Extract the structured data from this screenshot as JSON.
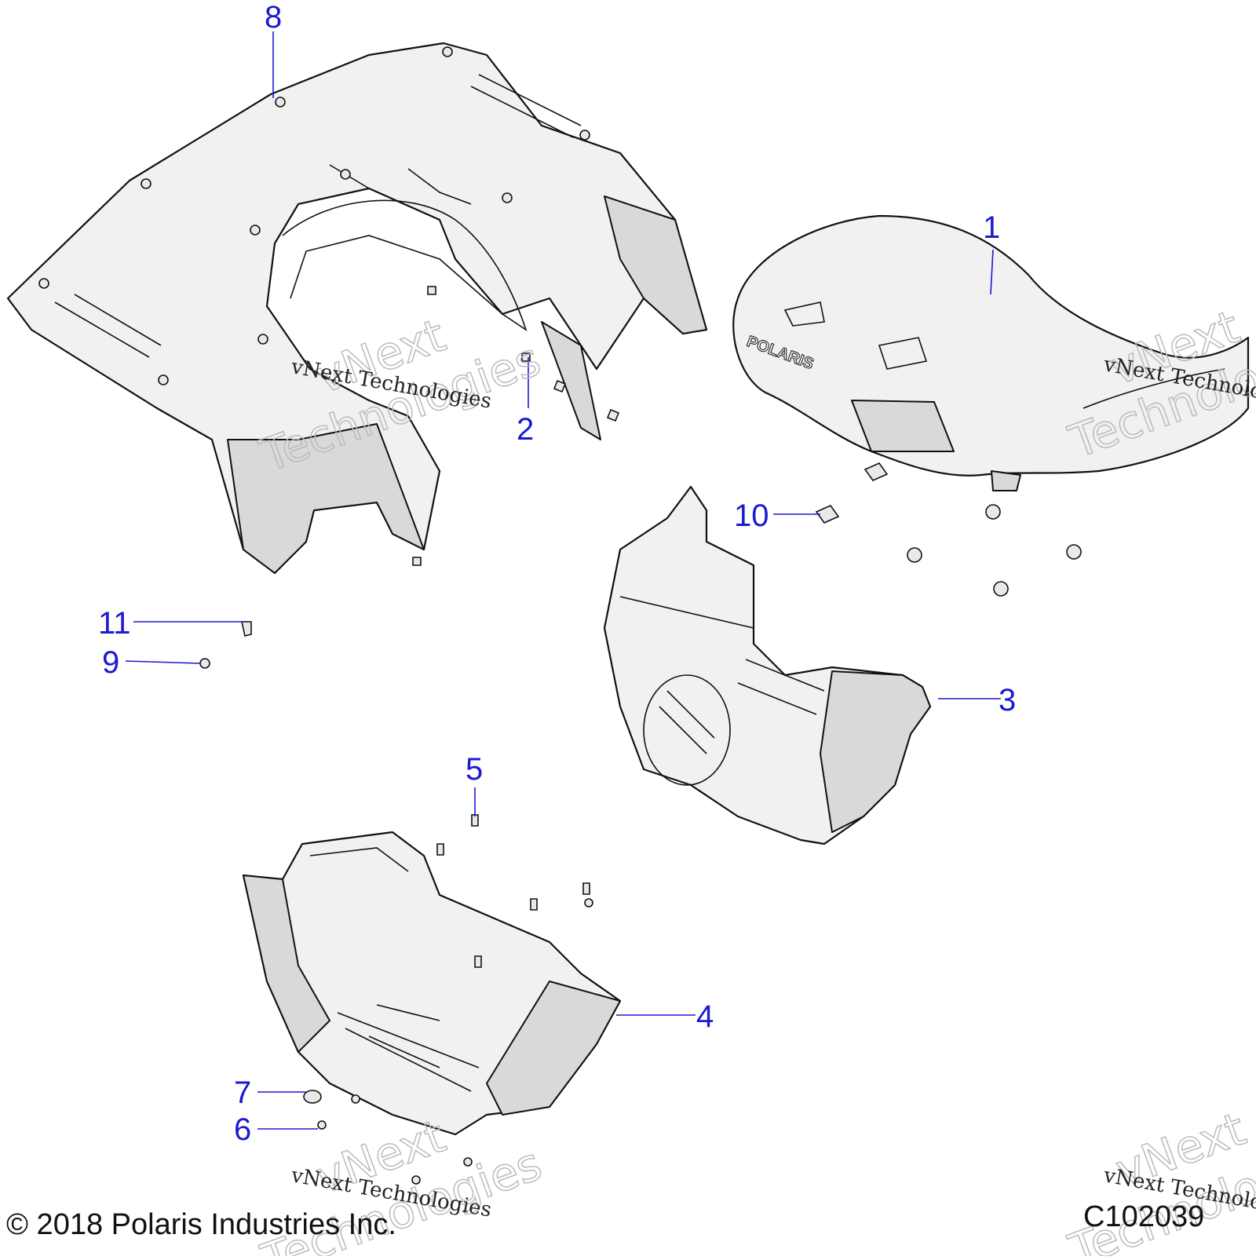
{
  "callouts": {
    "c1": "1",
    "c2": "2",
    "c3": "3",
    "c4": "4",
    "c5": "5",
    "c6": "6",
    "c7": "7",
    "c8": "8",
    "c9": "9",
    "c10": "10",
    "c11": "11"
  },
  "seat_logo": "POLARIS",
  "watermark": {
    "small": "vNext Technologies",
    "big_line1": "vNext",
    "big_line2": "Technologies"
  },
  "footer": {
    "copyright": "© 2018 Polaris Industries Inc.",
    "drawing_id": "C102039"
  },
  "colors": {
    "callout": "#1a1ad0",
    "line": "#111111",
    "part_fill": "#f1f1f1"
  }
}
